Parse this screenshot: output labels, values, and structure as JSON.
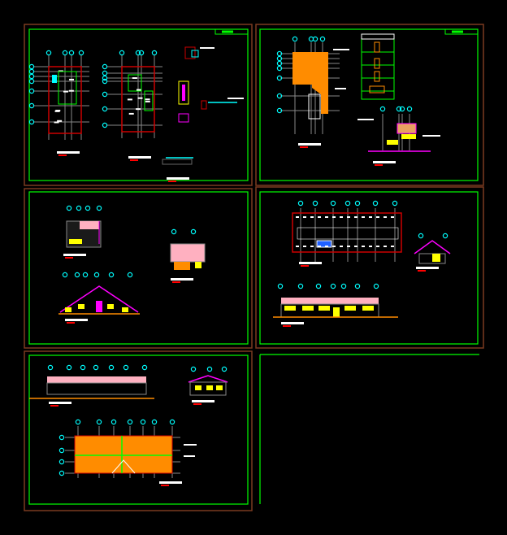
{
  "canvas": {
    "background": "#000000"
  },
  "colors": {
    "sheet_border": "#7a3a20",
    "frame": "#00ff00",
    "wall": "#cc0000",
    "grid": "#888888",
    "axis_bubble": "#00ffff",
    "fill": "#ff8c00",
    "roof": "#ff00ff",
    "window": "#ffff00",
    "label": "#ffffff",
    "title_mark": "#ff0000",
    "pink_fill": "#ffb0c0"
  },
  "sheets": [
    {
      "id": "sheet-1",
      "content": "floor-plans-and-details",
      "has_title_block": true
    },
    {
      "id": "sheet-2",
      "content": "roof-plan-and-section",
      "has_title_block": true
    },
    {
      "id": "sheet-3",
      "content": "elevations-small",
      "has_title_block": false
    },
    {
      "id": "sheet-4",
      "content": "plan-and-elevations",
      "has_title_block": false
    },
    {
      "id": "sheet-5",
      "content": "long-elevation-and-roof-plan",
      "has_title_block": false
    },
    {
      "id": "sheet-6",
      "content": "empty",
      "has_title_block": false
    }
  ]
}
